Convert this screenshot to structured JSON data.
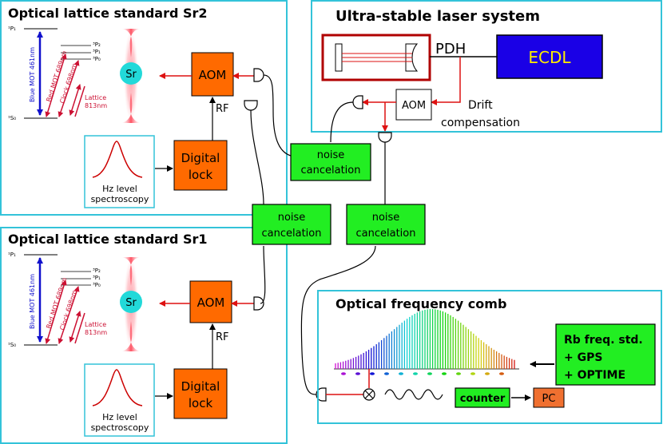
{
  "panels": {
    "sr2_title": "Optical lattice standard Sr2",
    "sr1_title": "Optical lattice standard Sr1",
    "laser_title": "Ultra-stable laser system",
    "comb_title": "Optical frequency comb"
  },
  "levels": {
    "p1": "¹P₁",
    "s0": "¹S₀",
    "p2_3": "³P₂",
    "p1_3": "³P₁",
    "p0_3": "³P₀"
  },
  "transitions": {
    "blue": "Blue MOT 461nm",
    "red": "Red MOT 689nm",
    "clock": "Clock 698nm",
    "lattice_line1": "Lattice",
    "lattice_line2": "813nm"
  },
  "atom_label": "Sr",
  "aom_label": "AOM",
  "aom_small_label": "AOM",
  "rf_label": "RF",
  "digital_lock": {
    "line1": "Digital",
    "line2": "lock"
  },
  "spectroscopy": {
    "line1": "Hz level",
    "line2": "spectroscopy"
  },
  "noise_cancelation": {
    "line1": "noise",
    "line2": "cancelation"
  },
  "pdh_label": "PDH",
  "ecdl_label": "ECDL",
  "drift": {
    "line1": "Drift",
    "line2": "compensation"
  },
  "rb_box": {
    "line1": "Rb freq. std.",
    "line2": "+ GPS",
    "line3": "+ OPTIME"
  },
  "counter_label": "counter",
  "pc_label": "PC",
  "colors": {
    "panel_border": "#33c3d9",
    "aom_fill": "#ff6a00",
    "noise_fill": "#22ee22",
    "ecdl_fill": "#1a00e6",
    "ecdl_text": "#ffee00",
    "cavity_border": "#b00000",
    "laser_red": "#dd1111",
    "atom_fill": "#22d9d9",
    "blue_arrow": "#1010cc",
    "red_arrow": "#cc1133"
  }
}
